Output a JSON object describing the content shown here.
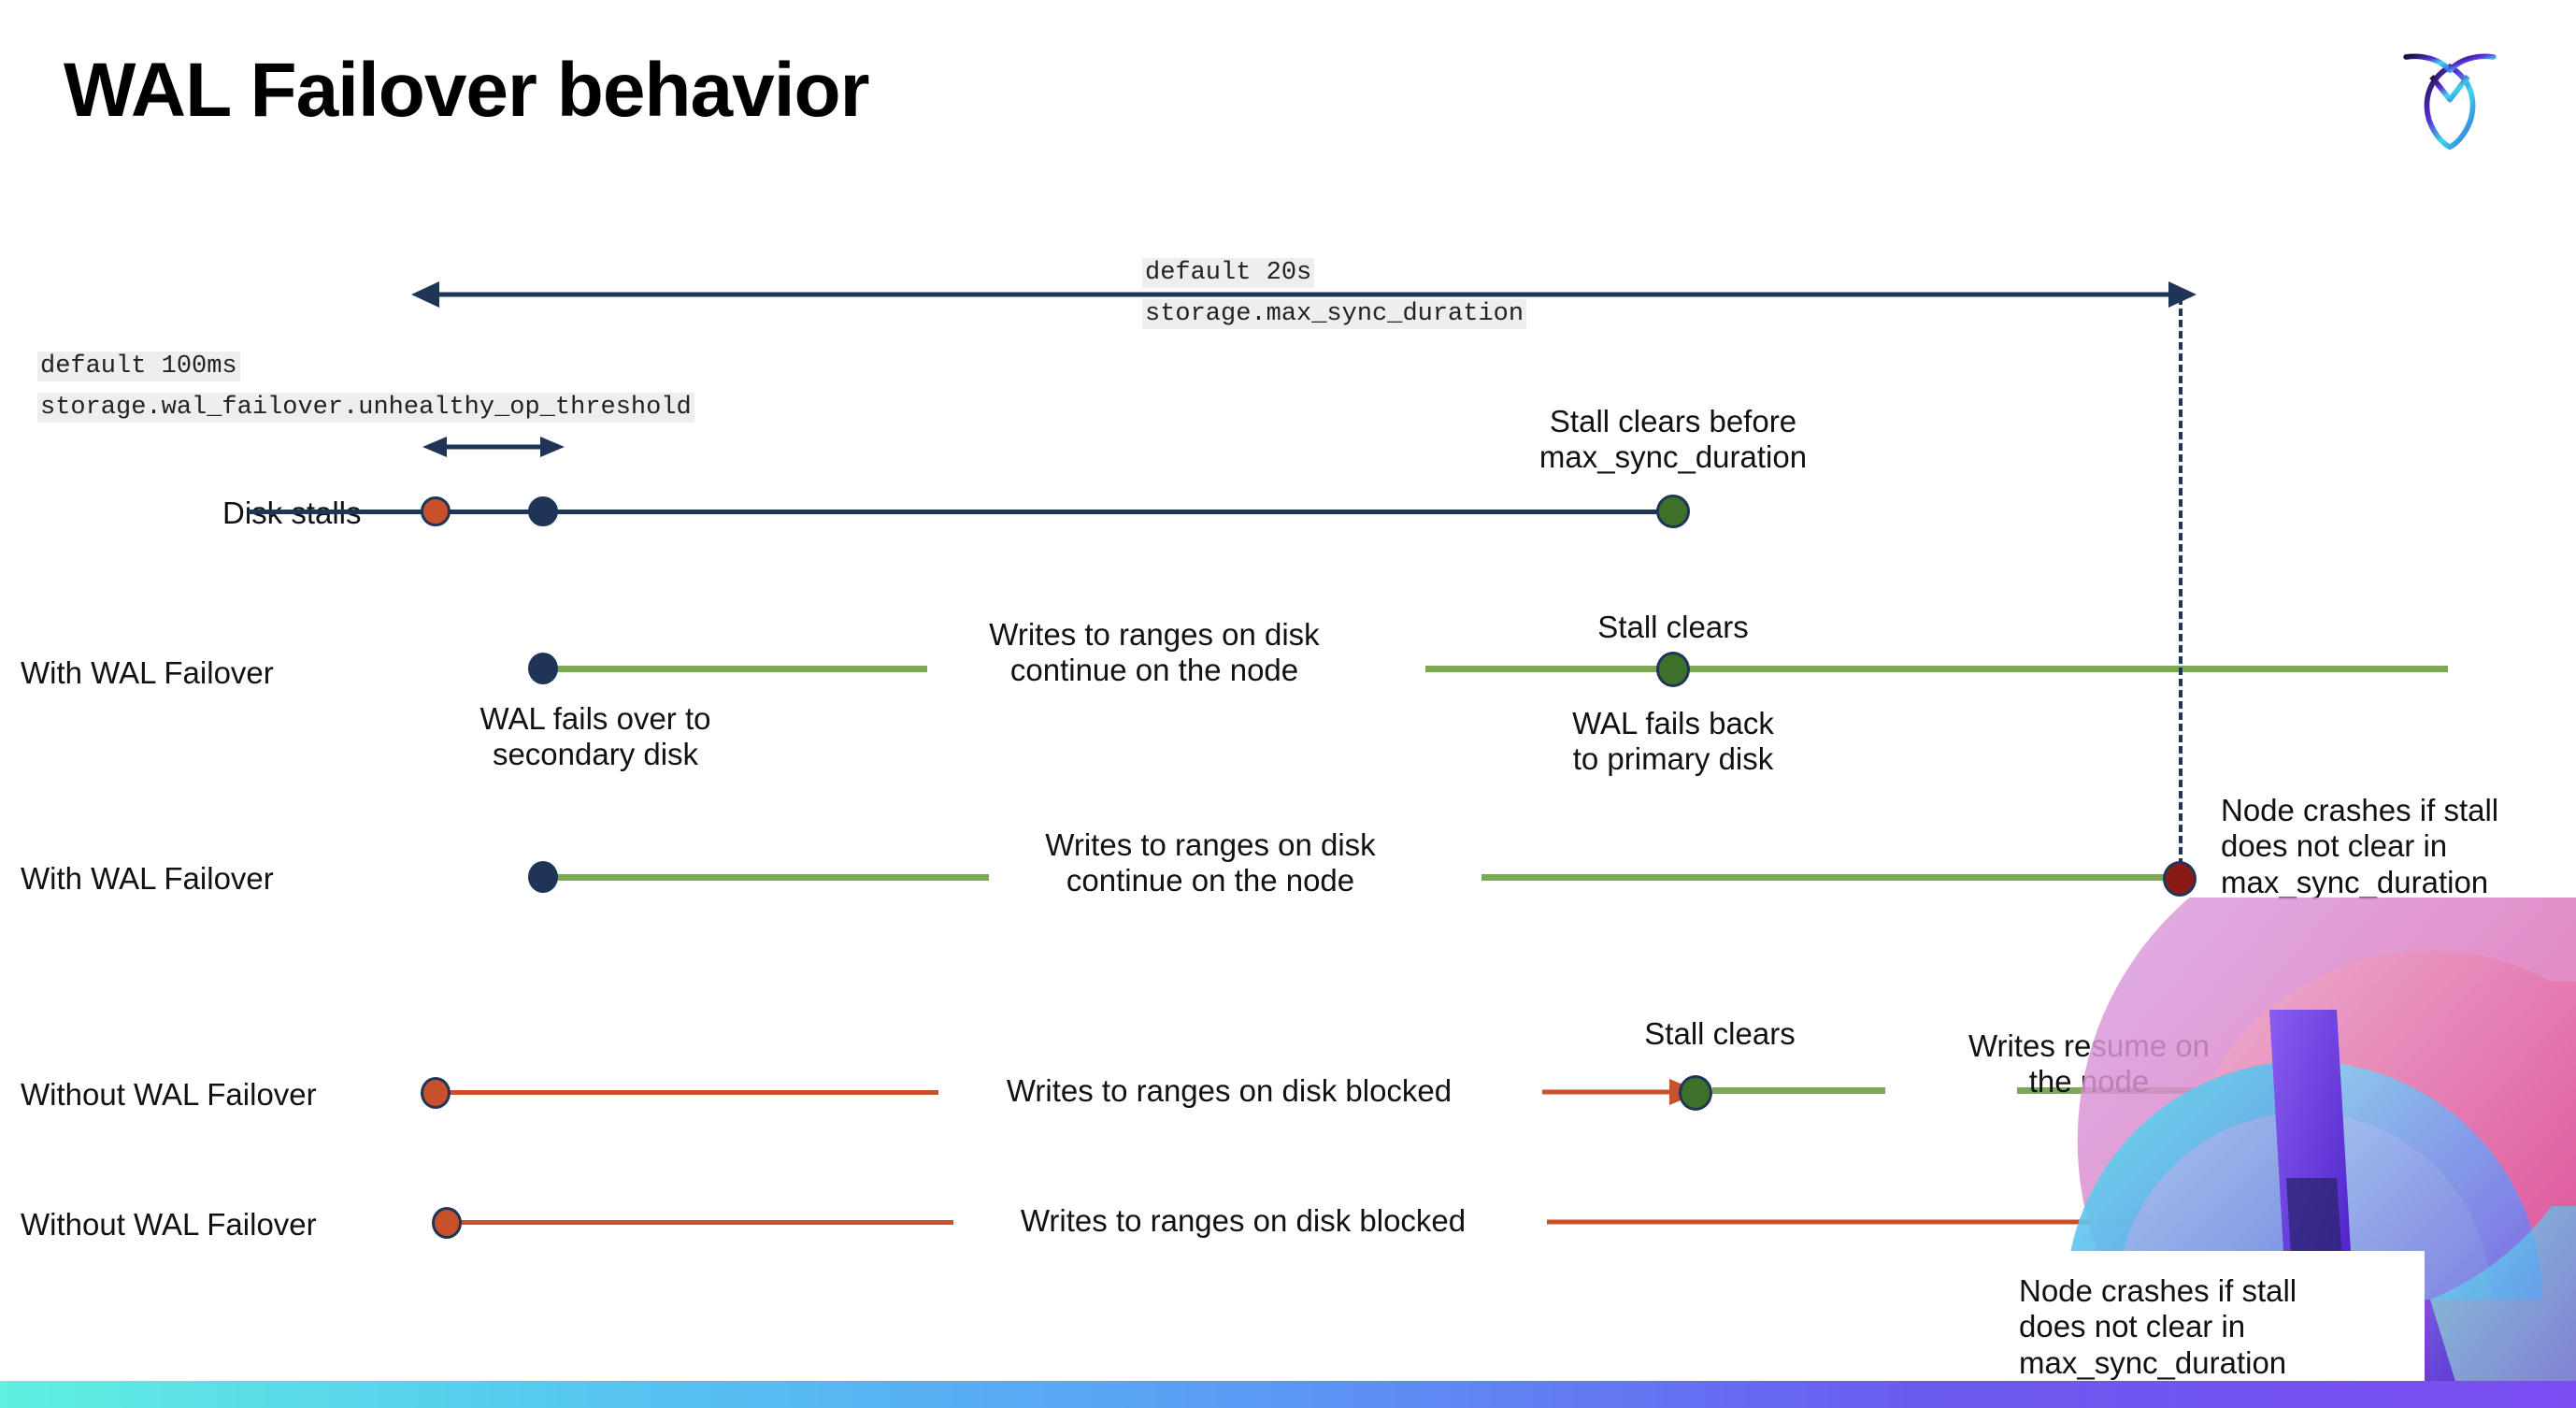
{
  "slide": {
    "title": "WAL Failover behavior",
    "logo_name": "cockroachdb-logo"
  },
  "settings": {
    "max_sync": {
      "default_label": "default 20s",
      "setting_name": "storage.max_sync_duration"
    },
    "unhealthy_op": {
      "default_label": "default 100ms",
      "setting_name": "storage.wal_failover.unhealthy_op_threshold"
    }
  },
  "rows": [
    {
      "label": "Disk stalls",
      "notes": [
        "Stall clears before\nmax_sync_duration"
      ]
    },
    {
      "label": "With WAL Failover",
      "notes": [
        "Writes to ranges on disk\ncontinue on the node",
        "Stall clears",
        "WAL fails over to\nsecondary disk",
        "WAL fails  back\nto primary disk"
      ]
    },
    {
      "label": "With WAL Failover",
      "notes": [
        "Writes to ranges on disk\ncontinue on the node",
        "Node crashes if stall\ndoes not clear in\nmax_sync_duration"
      ]
    },
    {
      "label": "Without WAL Failover",
      "notes": [
        "Writes to ranges on disk  blocked",
        "Stall clears",
        "Writes resume on\nthe node"
      ]
    },
    {
      "label": "Without WAL Failover",
      "notes": [
        "Writes to ranges on disk  blocked",
        "Node crashes if stall\ndoes not clear in\nmax_sync_duration"
      ]
    }
  ],
  "labels": {
    "disk_stalls": "Disk stalls",
    "with_wal_failover_1": "With WAL Failover",
    "with_wal_failover_2": "With WAL Failover",
    "without_wal_failover_1": "Without WAL Failover",
    "without_wal_failover_2": "Without WAL Failover",
    "stall_clears_before": "Stall clears before",
    "max_sync_duration_word": "max_sync_duration",
    "writes_continue_l1": "Writes to ranges on disk",
    "writes_continue_l2": "continue on the node",
    "stall_clears": "Stall clears",
    "wal_fails_over_l1": "WAL fails over to",
    "wal_fails_over_l2": "secondary disk",
    "wal_fails_back_l1": "WAL fails  back",
    "wal_fails_back_l2": "to primary disk",
    "node_crashes_l1": "Node crashes if stall",
    "node_crashes_l2": "does not clear in",
    "node_crashes_l3": "max_sync_duration",
    "writes_blocked": "Writes to ranges on disk  blocked",
    "writes_resume_l1": "Writes resume on",
    "writes_resume_l2": "the node"
  },
  "colors": {
    "navy": "#1f3557",
    "green_line": "#7aa855",
    "green_dot": "#3d7029",
    "orange": "#c8512c",
    "dark_red": "#8a1a16",
    "code_bg": "#eeeeee",
    "bar_start": "#5ff0e0",
    "bar_end": "#7b4df2"
  }
}
